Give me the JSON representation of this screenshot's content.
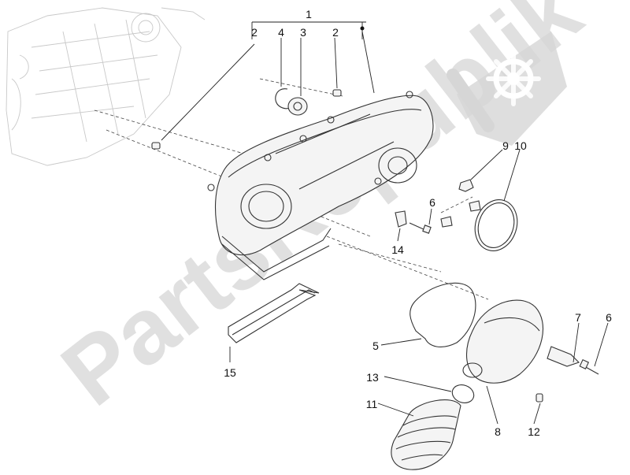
{
  "diagram": {
    "watermark": "PartsRepublik",
    "callouts": {
      "c1": "1",
      "c2a": "2",
      "c2b": "2",
      "c3": "3",
      "c4": "4",
      "c5": "5",
      "c6a": "6",
      "c6b": "6",
      "c7": "7",
      "c8": "8",
      "c9": "9",
      "c10": "10",
      "c11": "11",
      "c12": "12",
      "c13": "13",
      "c14": "14",
      "c15": "15"
    },
    "colors": {
      "line": "#333333",
      "watermark": "#d6d6d6",
      "ghost": "#c8c8c8"
    }
  }
}
